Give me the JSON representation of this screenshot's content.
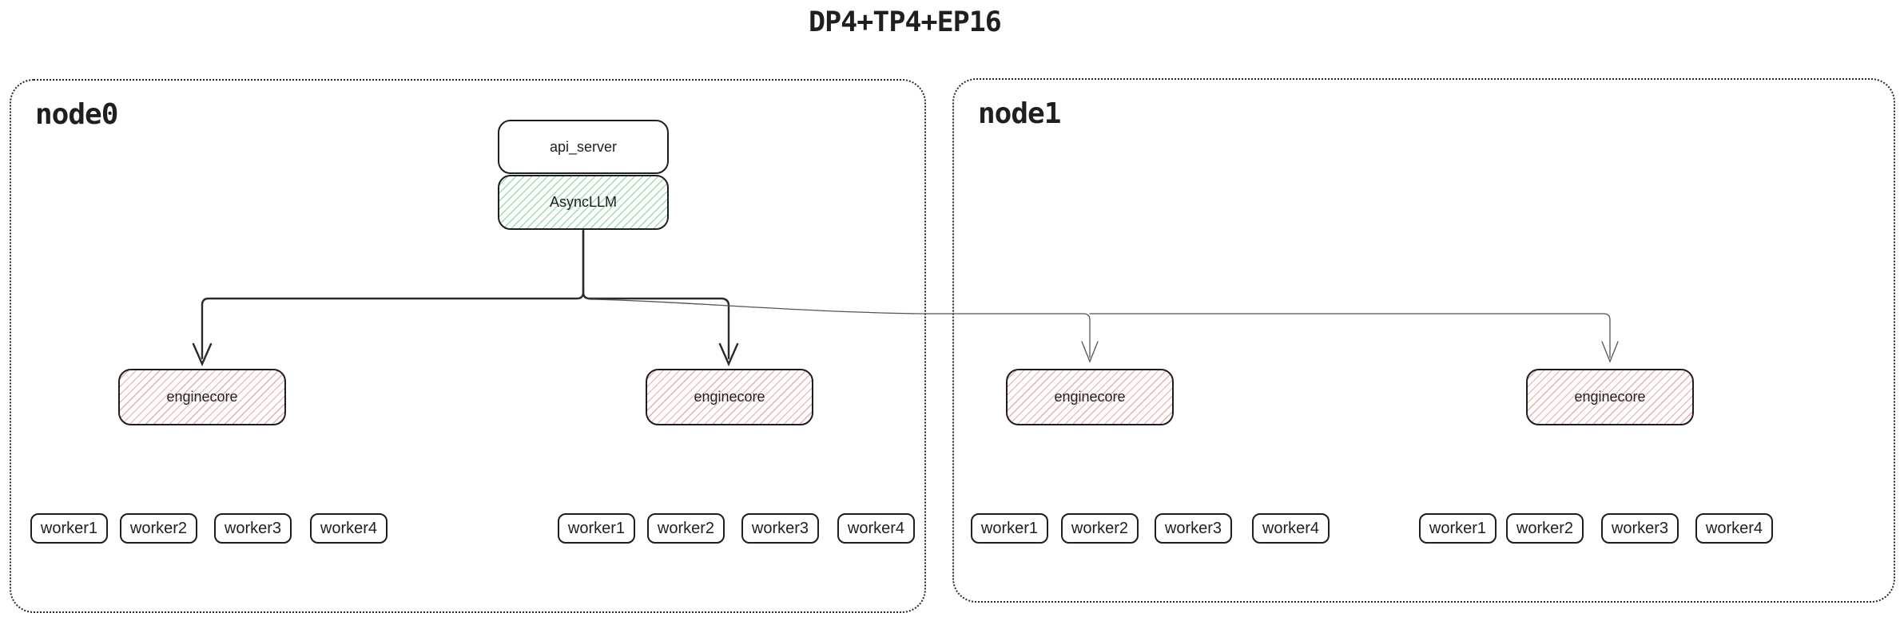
{
  "title": "DP4+TP4+EP16",
  "groups": {
    "node0": {
      "label": "node0"
    },
    "node1": {
      "label": "node1"
    }
  },
  "boxes": {
    "api_server": "api_server",
    "async_llm": "AsyncLLM",
    "enginecore": "enginecore"
  },
  "workers": [
    "worker1",
    "worker2",
    "worker3",
    "worker4"
  ],
  "colors": {
    "box_border": "#1e1e1e",
    "green_hatch": "#9ae0aa",
    "red_hatch": "#f0aaaa",
    "edge_dark": "#2a2a2a",
    "edge_light": "#555555",
    "background": "#ffffff"
  }
}
